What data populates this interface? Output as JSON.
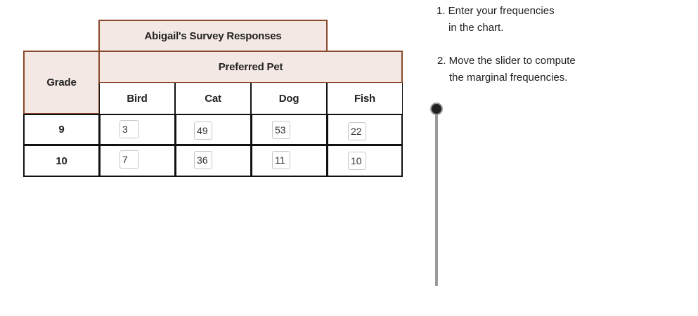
{
  "table": {
    "title": "Abigail's Survey Responses",
    "row_header": "Grade",
    "group_header": "Preferred Pet",
    "columns": [
      "Bird",
      "Cat",
      "Dog",
      "Fish"
    ],
    "rows": [
      {
        "grade": "9",
        "values": [
          "3",
          "49",
          "53",
          "22"
        ]
      },
      {
        "grade": "10",
        "values": [
          "7",
          "36",
          "11",
          "10"
        ]
      }
    ]
  },
  "instructions": {
    "step1_line1": "1. Enter your frequencies",
    "step1_line2": "in the chart.",
    "step2_line1": "2. Move the slider to compute",
    "step2_line2": "the marginal frequencies."
  },
  "slider": {
    "value": 0
  }
}
